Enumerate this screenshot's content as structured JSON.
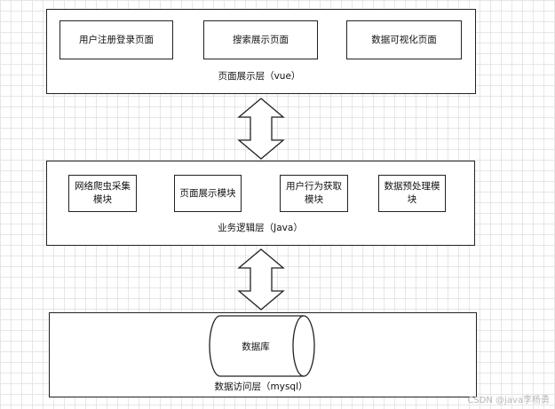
{
  "presentation_layer": {
    "caption": "页面展示层（vue）",
    "boxes": [
      "用户注册登录页面",
      "搜索展示页面",
      "数据可视化页面"
    ]
  },
  "business_layer": {
    "caption": "业务逻辑层（Java）",
    "boxes": [
      "网络爬虫采集模块",
      "页面展示模块",
      "用户行为获取模块",
      "数据预处理模块"
    ]
  },
  "data_layer": {
    "caption": "数据访问层（mysql）",
    "database_label": "数据库"
  },
  "watermark": "CSDN @java李杨勇"
}
